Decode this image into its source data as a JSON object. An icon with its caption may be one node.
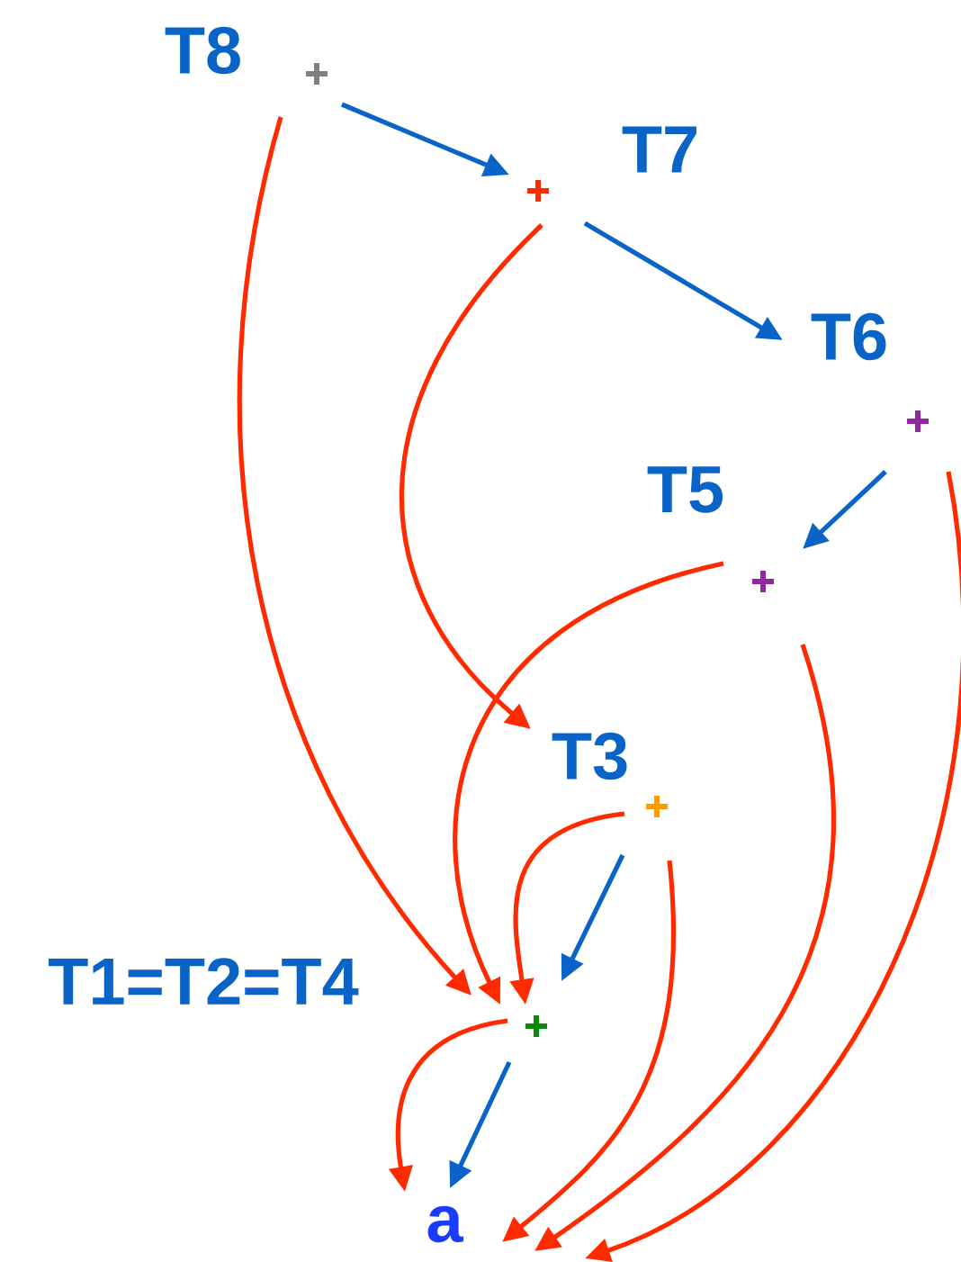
{
  "diagram": {
    "nodes": [
      {
        "text": [
          "T8"
        ]
      },
      {
        "text": [
          "T7"
        ]
      },
      {
        "text": [
          "T6"
        ]
      },
      {
        "text": [
          "T5"
        ]
      },
      {
        "text": [
          "T3"
        ]
      },
      {
        "text": [
          "T1=T2=T4"
        ]
      },
      {
        "text": [
          "a"
        ]
      }
    ],
    "edges": [
      {
        "from": 0,
        "to": 1,
        "arrow": "to",
        "color": "#0a64c8"
      },
      {
        "from": 1,
        "to": 2,
        "arrow": "to",
        "color": "#0a64c8"
      },
      {
        "from": 2,
        "to": 3,
        "arrow": "to",
        "color": "#0a64c8"
      },
      {
        "from": 4,
        "to": 5,
        "arrow": "to",
        "color": "#0a64c8"
      },
      {
        "from": 5,
        "to": 6,
        "arrow": "to",
        "color": "#0a64c8"
      },
      {
        "from": 0,
        "to": 5,
        "arrow": "to"
      },
      {
        "from": 1,
        "to": 4,
        "arrow": "to"
      },
      {
        "from": 3,
        "to": 5,
        "arrow": "to"
      },
      {
        "from": 4,
        "to": 5,
        "arrow": "to"
      },
      {
        "from": 3,
        "to": 6,
        "arrow": "to"
      },
      {
        "from": 4,
        "to": 6,
        "arrow": "to"
      },
      {
        "from": 2,
        "to": 6,
        "arrow": "to"
      },
      {
        "from": 5,
        "to": 6,
        "arrow": "to"
      }
    ]
  }
}
